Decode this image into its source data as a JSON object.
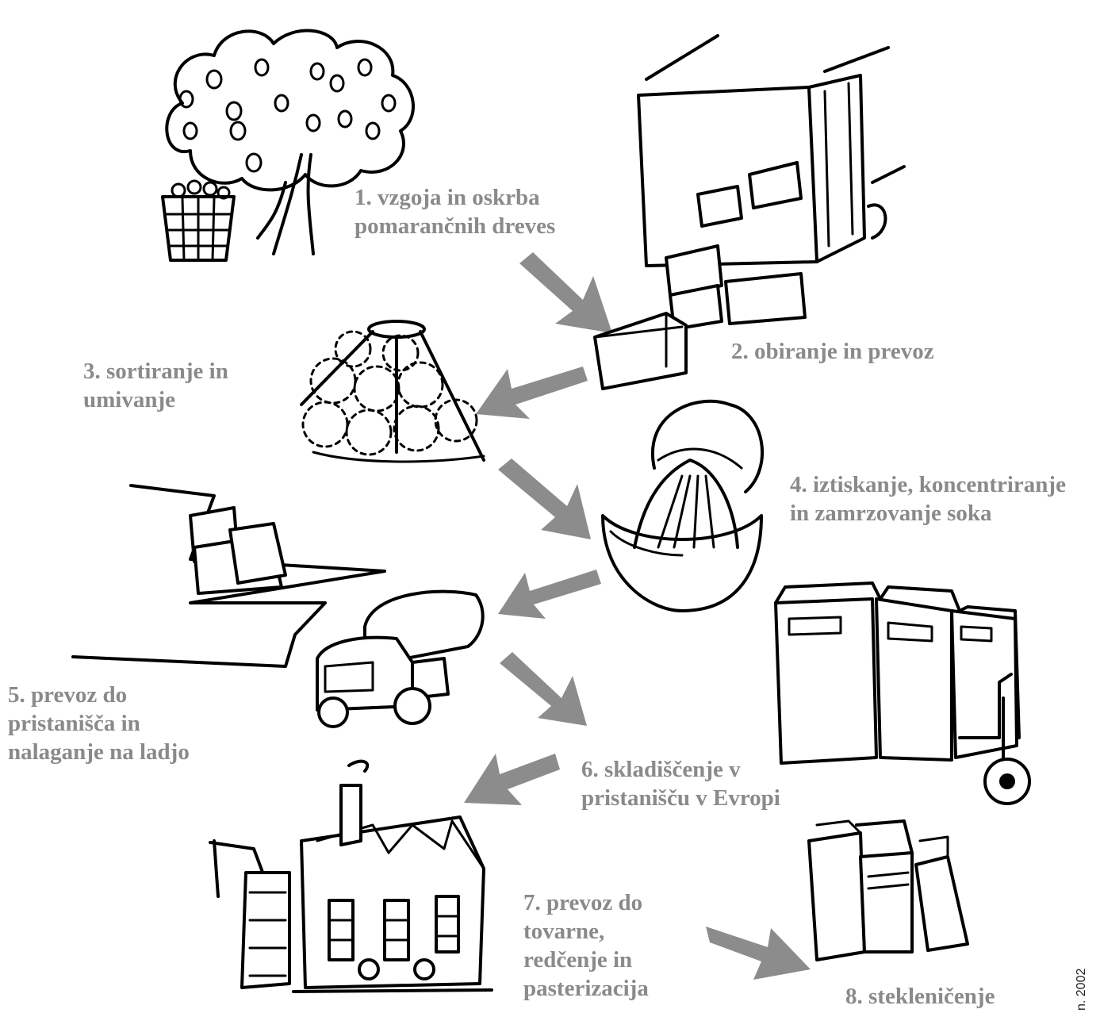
{
  "colors": {
    "label": "#8a8a8a",
    "arrow": "#8c8c8c",
    "ink": "#000000"
  },
  "steps": [
    {
      "num": "1.",
      "lines": [
        "1. vzgoja in oskrba",
        "pomarančnih dreves"
      ],
      "illustration": "orange-tree-and-basket"
    },
    {
      "num": "2.",
      "lines": [
        "2. obiranje in prevoz"
      ],
      "illustration": "truck-with-crates"
    },
    {
      "num": "3.",
      "lines": [
        "3. sortiranje in",
        "umivanje"
      ],
      "illustration": "sorting-oranges"
    },
    {
      "num": "4.",
      "lines": [
        "4. iztiskanje, koncentriranje",
        "in zamrzovanje soka"
      ],
      "illustration": "citrus-press"
    },
    {
      "num": "5.",
      "lines": [
        "5. prevoz do",
        "pristanišča in",
        "nalaganje na ladjo"
      ],
      "illustration": "tanker-truck-and-ship"
    },
    {
      "num": "6.",
      "lines": [
        "6. skladiščenje v",
        "pristanišču v Evropi"
      ],
      "illustration": "freezer-containers"
    },
    {
      "num": "7.",
      "lines": [
        "7. prevoz do",
        "tovarne,",
        "redčenje in",
        "pasterizacija"
      ],
      "illustration": "factory"
    },
    {
      "num": "8.",
      "lines": [
        "8. stekleničenje"
      ],
      "illustration": "juice-cartons"
    }
  ],
  "credit": "n. 2002"
}
